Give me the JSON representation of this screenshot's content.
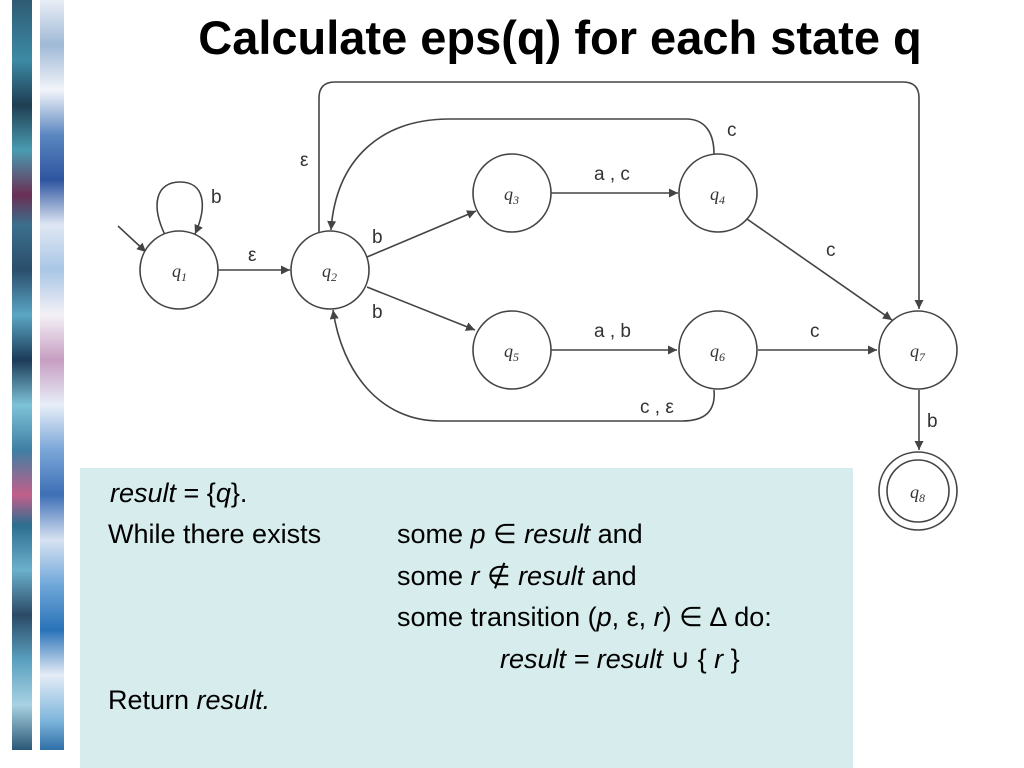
{
  "slide": {
    "title": "Calculate eps(q) for each state q"
  },
  "diagram": {
    "states": [
      {
        "id": "q1",
        "label": "q",
        "sub": "1",
        "initial": true,
        "accepting": false
      },
      {
        "id": "q2",
        "label": "q",
        "sub": "2",
        "initial": false,
        "accepting": false
      },
      {
        "id": "q3",
        "label": "q",
        "sub": "3",
        "initial": false,
        "accepting": false
      },
      {
        "id": "q4",
        "label": "q",
        "sub": "4",
        "initial": false,
        "accepting": false
      },
      {
        "id": "q5",
        "label": "q",
        "sub": "5",
        "initial": false,
        "accepting": false
      },
      {
        "id": "q6",
        "label": "q",
        "sub": "6",
        "initial": false,
        "accepting": false
      },
      {
        "id": "q7",
        "label": "q",
        "sub": "7",
        "initial": false,
        "accepting": false
      },
      {
        "id": "q8",
        "label": "q",
        "sub": "8",
        "initial": false,
        "accepting": true
      }
    ],
    "transitions": [
      {
        "from": "q1",
        "to": "q1",
        "label": "b"
      },
      {
        "from": "q1",
        "to": "q2",
        "label": "ε"
      },
      {
        "from": "q2",
        "to": "q7",
        "label": "ε"
      },
      {
        "from": "q4",
        "to": "q2",
        "label": "c"
      },
      {
        "from": "q2",
        "to": "q3",
        "label": "b"
      },
      {
        "from": "q2",
        "to": "q5",
        "label": "b"
      },
      {
        "from": "q3",
        "to": "q4",
        "label": "a , c"
      },
      {
        "from": "q4",
        "to": "q7",
        "label": "c"
      },
      {
        "from": "q5",
        "to": "q6",
        "label": "a , b"
      },
      {
        "from": "q6",
        "to": "q7",
        "label": "c"
      },
      {
        "from": "q6",
        "to": "q2",
        "label": "c , ε"
      },
      {
        "from": "q7",
        "to": "q8",
        "label": "b"
      }
    ]
  },
  "algorithm": {
    "line1": {
      "v1": "result",
      "t1": " = {",
      "v2": "q",
      "t2": "}."
    },
    "line2": {
      "text": "While there exists"
    },
    "line3": {
      "t1": "some ",
      "v1": "p",
      "t2": " ∈ ",
      "v2": "result",
      "t3": " and"
    },
    "line4": {
      "t1": "some ",
      "v1": "r",
      "t2": " ∉ ",
      "v2": "result",
      "t3": " and"
    },
    "line5": {
      "t1": "some transition (",
      "v1": "p",
      "t2": ", ε, ",
      "v2": "r",
      "t3": ") ∈ ∆ do:"
    },
    "line6": {
      "v1": "result = result",
      "t1": " ∪ { ",
      "v2": "r",
      "t2": " }"
    },
    "line7": {
      "t1": "Return ",
      "v1": "result."
    }
  }
}
